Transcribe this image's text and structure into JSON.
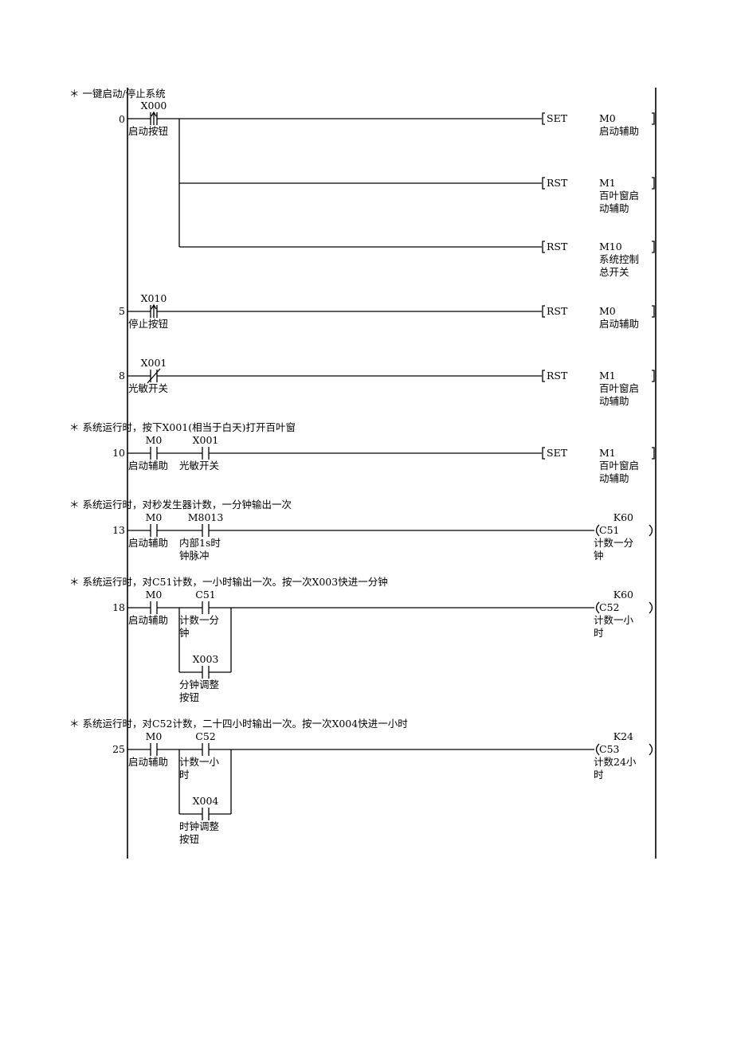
{
  "diagram": {
    "rungs": [
      {
        "comment": "＊ 一键启动/停止系统",
        "step": "0",
        "contacts": [
          {
            "device": "X000",
            "label": [
              "启动按钮"
            ],
            "type": "rising-edge"
          }
        ],
        "outputs": [
          {
            "instruction": "SET",
            "operand": "M0",
            "label": [
              "启动辅助"
            ]
          },
          {
            "instruction": "RST",
            "operand": "M1",
            "label": [
              "百叶窗启",
              "动辅助"
            ]
          },
          {
            "instruction": "RST",
            "operand": "M10",
            "label": [
              "系统控制",
              "总开关"
            ]
          }
        ]
      },
      {
        "step": "5",
        "contacts": [
          {
            "device": "X010",
            "label": [
              "停止按钮"
            ],
            "type": "rising-edge"
          }
        ],
        "outputs": [
          {
            "instruction": "RST",
            "operand": "M0",
            "label": [
              "启动辅助"
            ]
          }
        ]
      },
      {
        "step": "8",
        "contacts": [
          {
            "device": "X001",
            "label": [
              "光敏开关"
            ],
            "type": "normally-closed"
          }
        ],
        "outputs": [
          {
            "instruction": "RST",
            "operand": "M1",
            "label": [
              "百叶窗启",
              "动辅助"
            ]
          }
        ]
      },
      {
        "comment": "＊ 系统运行时，按下X001(相当于白天)打开百叶窗",
        "step": "10",
        "contacts": [
          {
            "device": "M0",
            "label": [
              "启动辅助"
            ],
            "type": "normally-open"
          },
          {
            "device": "X001",
            "label": [
              "光敏开关"
            ],
            "type": "normally-open"
          }
        ],
        "outputs": [
          {
            "instruction": "SET",
            "operand": "M1",
            "label": [
              "百叶窗启",
              "动辅助"
            ]
          }
        ]
      },
      {
        "comment": "＊ 系统运行时，对秒发生器计数，一分钟输出一次",
        "step": "13",
        "contacts": [
          {
            "device": "M0",
            "label": [
              "启动辅助"
            ],
            "type": "normally-open"
          },
          {
            "device": "M8013",
            "label": [
              "内部1s时",
              "钟脉冲"
            ],
            "type": "normally-open"
          }
        ],
        "coil": {
          "operand": "C51",
          "constant": "K60",
          "label": [
            "计数一分",
            "钟"
          ]
        }
      },
      {
        "comment": "＊ 系统运行时，对C51计数，一小时输出一次。按一次X003快进一分钟",
        "step": "18",
        "contacts": [
          {
            "device": "M0",
            "label": [
              "启动辅助"
            ],
            "type": "normally-open"
          },
          {
            "device": "C51",
            "label": [
              "计数一分",
              "钟"
            ],
            "type": "normally-open"
          }
        ],
        "parallel": {
          "device": "X003",
          "label": [
            "分钟调整",
            "按钮"
          ],
          "type": "normally-open"
        },
        "coil": {
          "operand": "C52",
          "constant": "K60",
          "label": [
            "计数一小",
            "时"
          ]
        }
      },
      {
        "comment": "＊ 系统运行时，对C52计数，二十四小时输出一次。按一次X004快进一小时",
        "step": "25",
        "contacts": [
          {
            "device": "M0",
            "label": [
              "启动辅助"
            ],
            "type": "normally-open"
          },
          {
            "device": "C52",
            "label": [
              "计数一小",
              "时"
            ],
            "type": "normally-open"
          }
        ],
        "parallel": {
          "device": "X004",
          "label": [
            "时钟调整",
            "按钮"
          ],
          "type": "normally-open"
        },
        "coil": {
          "operand": "C53",
          "constant": "K24",
          "label": [
            "计数24小",
            "时"
          ]
        }
      }
    ]
  }
}
